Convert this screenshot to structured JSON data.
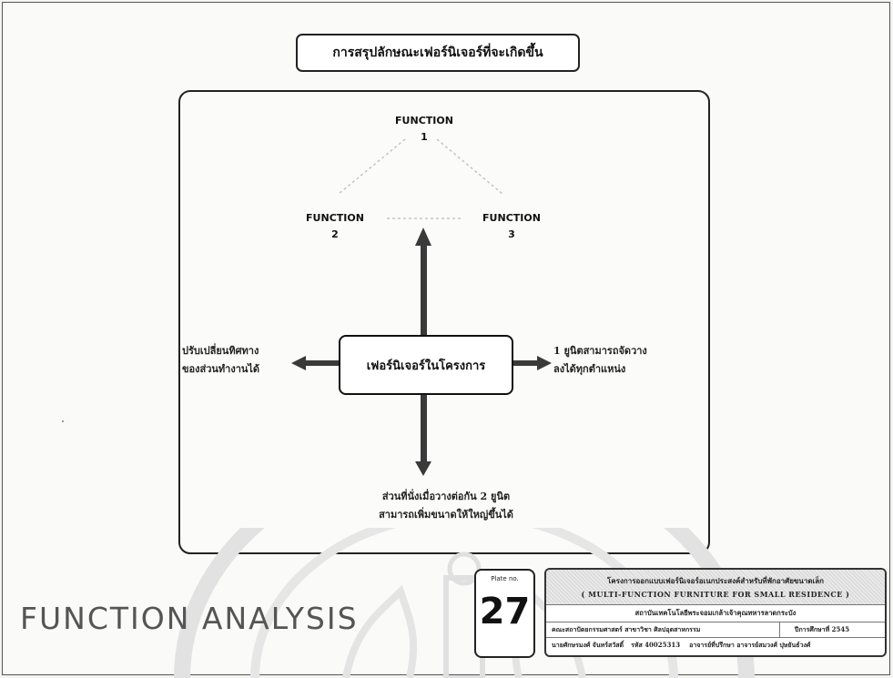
{
  "header": {
    "faint_text": "",
    "title": "การสรุปลักษณะเฟอร์นิเจอร์ที่จะเกิดขึ้น"
  },
  "diagram": {
    "function1": {
      "line1": "FUNCTION",
      "line2": "1"
    },
    "function2": {
      "line1": "FUNCTION",
      "line2": "2"
    },
    "function3": {
      "line1": "FUNCTION",
      "line2": "3"
    },
    "center_label": "เฟอร์นิเจอร์ในโครงการ",
    "left_text": {
      "line1": "ปรับเปลี่ยนทิศทาง",
      "line2": "ของส่วนทำงานได้"
    },
    "right_text": {
      "line1": "1 ยูนิตสามารถจัดวาง",
      "line2": "ลงได้ทุกตำแหน่ง"
    },
    "bottom_text": {
      "line1": "ส่วนที่นั่งเมื่อวางต่อกัน 2 ยูนิต",
      "line2": "สามารถเพิ่มขนาดให้ใหญ่ขึ้นได้"
    }
  },
  "footer": {
    "section_title": "FUNCTION ANALYSIS",
    "plate_label": "Plate no.",
    "plate_number": "27",
    "title_block": {
      "project_th": "โครงการออกแบบเฟอร์นิเจอร์อเนกประสงค์สำหรับที่พักอาศัยขนาดเล็ก",
      "project_en": "( MULTI-FUNCTION  FURNITURE  FOR  SMALL  RESIDENCE )",
      "institution": "สถาบันเทคโนโลยีพระจอมเกล้าเจ้าคุณทหารลาดกระบัง",
      "faculty": "คณะสถาปัตยกรรมศาสตร์  สาขาวิชา ศิลปอุตสาหกรรม",
      "year": "ปีการศึกษาที่ 2545",
      "student": "นายศักษรมงศ์ จันทร์สวัสดิ์",
      "student_id": "รหัส 40025313",
      "advisor": "อาจารย์ที่ปรึกษา อาจารย์สมวงศ์  ปุษยันธ์วงศ์"
    }
  },
  "colors": {
    "ink": "#111111",
    "arrow": "#3a3a3a",
    "dashed": "#c4c4c4"
  }
}
